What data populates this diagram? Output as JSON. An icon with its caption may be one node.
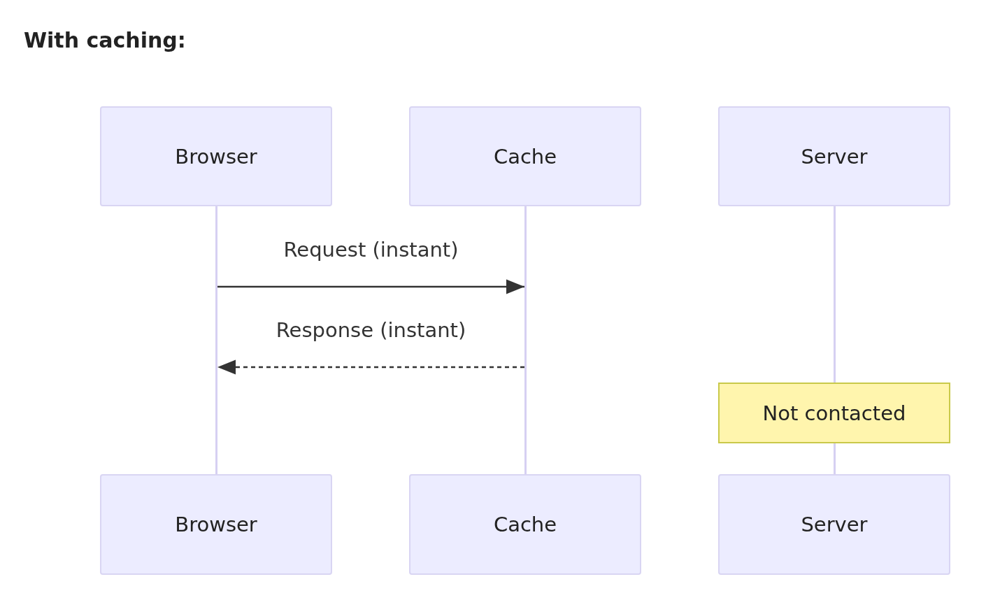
{
  "diagram": {
    "title": "With caching:",
    "nodes": [
      {
        "text": [
          "Browser"
        ]
      },
      {
        "text": [
          "Cache"
        ]
      },
      {
        "text": [
          "Server"
        ]
      },
      {
        "text": [],
        "shape": "bar"
      },
      {
        "text": [],
        "shape": "bar"
      },
      {
        "text": [],
        "shape": "bar"
      },
      {
        "text": [
          "Not contacted"
        ]
      },
      {
        "text": [],
        "shape": "bar"
      },
      {
        "text": [
          "Browser"
        ]
      },
      {
        "text": [
          "Cache"
        ]
      },
      {
        "text": [
          "Server"
        ]
      }
    ],
    "edges": [
      {
        "from": 3,
        "to": 4,
        "arrow": "to",
        "label": "Request (instant)"
      },
      {
        "from": 4,
        "to": 3,
        "arrow": "to",
        "label": "Response (instant)",
        "style": "dashed"
      }
    ]
  }
}
